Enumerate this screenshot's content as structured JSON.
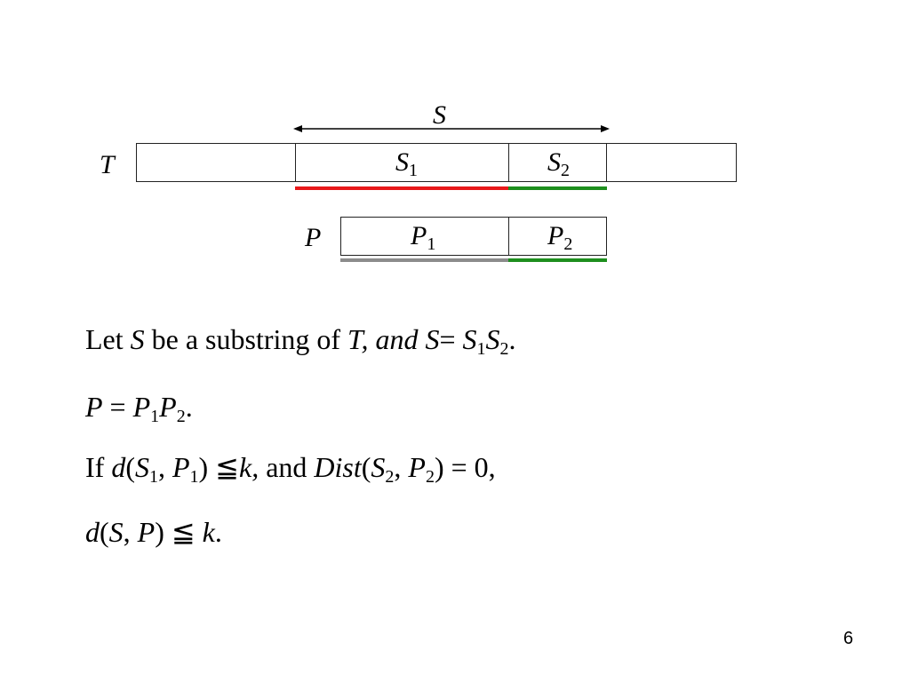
{
  "diagram": {
    "s_label": "S",
    "t_label": "T",
    "s1": {
      "base": "S",
      "sub": "1"
    },
    "s2": {
      "base": "S",
      "sub": "2"
    },
    "p_label": "P",
    "p1": {
      "base": "P",
      "sub": "1"
    },
    "p2": {
      "base": "P",
      "sub": "2"
    },
    "colors": {
      "red": "#e8191b",
      "green": "#1e8f1e",
      "gray": "#8c8c8c"
    }
  },
  "text": {
    "line1": {
      "let": "Let ",
      "S": "S",
      "be": " be a substring of ",
      "T": "T,",
      "and_it": " and ",
      "S2": "S",
      "eq": "= ",
      "S_a": "S",
      "sub1": "1",
      "S_b": "S",
      "sub2": "2",
      "end": "."
    },
    "line2": {
      "P": "P",
      "eq": " = ",
      "P_a": "P",
      "sub1": "1",
      "P_b": "P",
      "sub2": "2",
      "end": "."
    },
    "line3": {
      "if": "If ",
      "d": "d",
      "open": "(",
      "S": "S",
      "sub1": "1",
      "comma": ", ",
      "P": "P",
      "subp1": "1",
      "close": ") ≦",
      "k": "k,",
      "and": " and ",
      "dist": "Dist",
      "open2": "(",
      "S2": "S",
      "sub2": "2",
      "comma2": ", ",
      "P2": "P",
      "subp2": "2",
      "tail": ") = 0,"
    },
    "line4": {
      "d": "d",
      "open": "(",
      "S": "S",
      "comma": ", ",
      "P": "P",
      "close": ") ≦ ",
      "k": "k",
      "end": "."
    }
  },
  "page_number": "6"
}
